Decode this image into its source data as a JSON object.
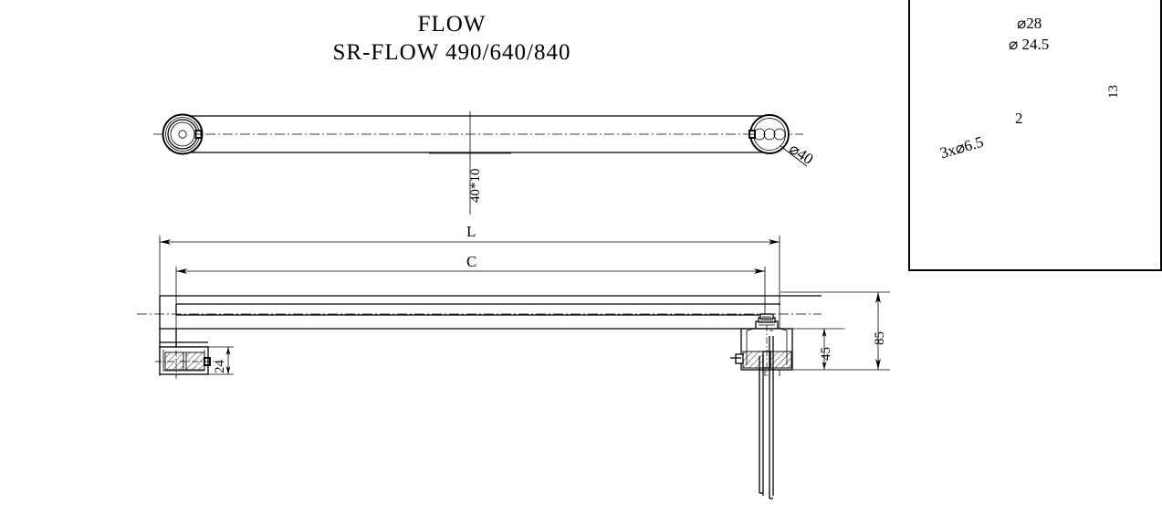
{
  "drawing": {
    "title": "FLOW",
    "subtitle": "SR-FLOW  490/640/840",
    "top_view": {
      "diameter_label": "⌀40",
      "profile_label": "40*10"
    },
    "side_view": {
      "overall_length_label": "L",
      "center_length_label": "C",
      "bracket_depth_label": "24",
      "total_height_label": "85",
      "bracket_height_label": "45"
    },
    "detail_view": {
      "outer_diameter": "⌀28",
      "inner_diameter": "⌀ 24.5",
      "height": "13",
      "hole_spacing": "2",
      "hole_callout": "3x⌀6.5"
    }
  }
}
